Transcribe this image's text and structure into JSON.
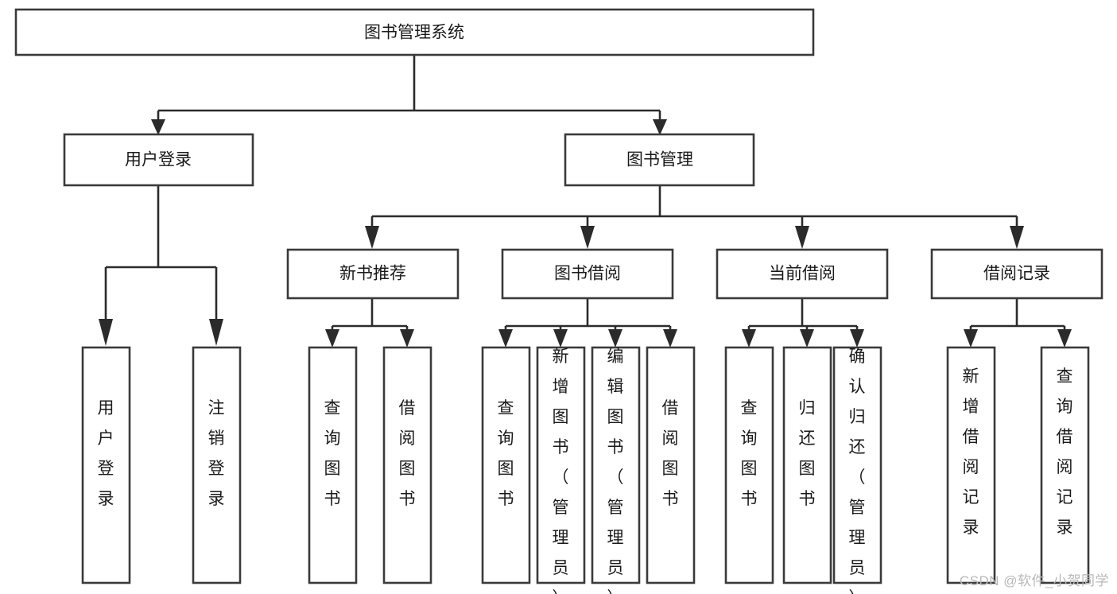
{
  "diagram": {
    "type": "tree-hierarchy-chart",
    "title": "图书管理系统",
    "watermark": "CSDN @软件_小贺同学",
    "colors": {
      "box_stroke": "#3a3a3a",
      "connector": "#2b2b2b",
      "background": "#ffffff",
      "text": "#1a1a1a",
      "watermark_text": "#b8b8b8"
    },
    "levels": {
      "root": {
        "label": "图书管理系统"
      },
      "level1": [
        {
          "label": "用户登录"
        },
        {
          "label": "图书管理"
        }
      ],
      "level2": [
        {
          "label": "新书推荐"
        },
        {
          "label": "图书借阅"
        },
        {
          "label": "当前借阅"
        },
        {
          "label": "借阅记录"
        }
      ],
      "leaves": [
        {
          "label": "用户登录",
          "parent": "用户登录"
        },
        {
          "label": "注销登录",
          "parent": "用户登录"
        },
        {
          "label": "查询图书",
          "parent": "新书推荐"
        },
        {
          "label": "借阅图书",
          "parent": "新书推荐"
        },
        {
          "label": "查询图书",
          "parent": "图书借阅"
        },
        {
          "label": "新增图书（管理员）",
          "parent": "图书借阅"
        },
        {
          "label": "编辑图书（管理员）",
          "parent": "图书借阅"
        },
        {
          "label": "借阅图书",
          "parent": "图书借阅"
        },
        {
          "label": "查询图书",
          "parent": "当前借阅"
        },
        {
          "label": "归还图书",
          "parent": "当前借阅"
        },
        {
          "label": "确认归还（管理员）",
          "parent": "当前借阅"
        },
        {
          "label": "新增借阅记录",
          "parent": "借阅记录"
        },
        {
          "label": "查询借阅记录",
          "parent": "借阅记录"
        }
      ]
    }
  }
}
